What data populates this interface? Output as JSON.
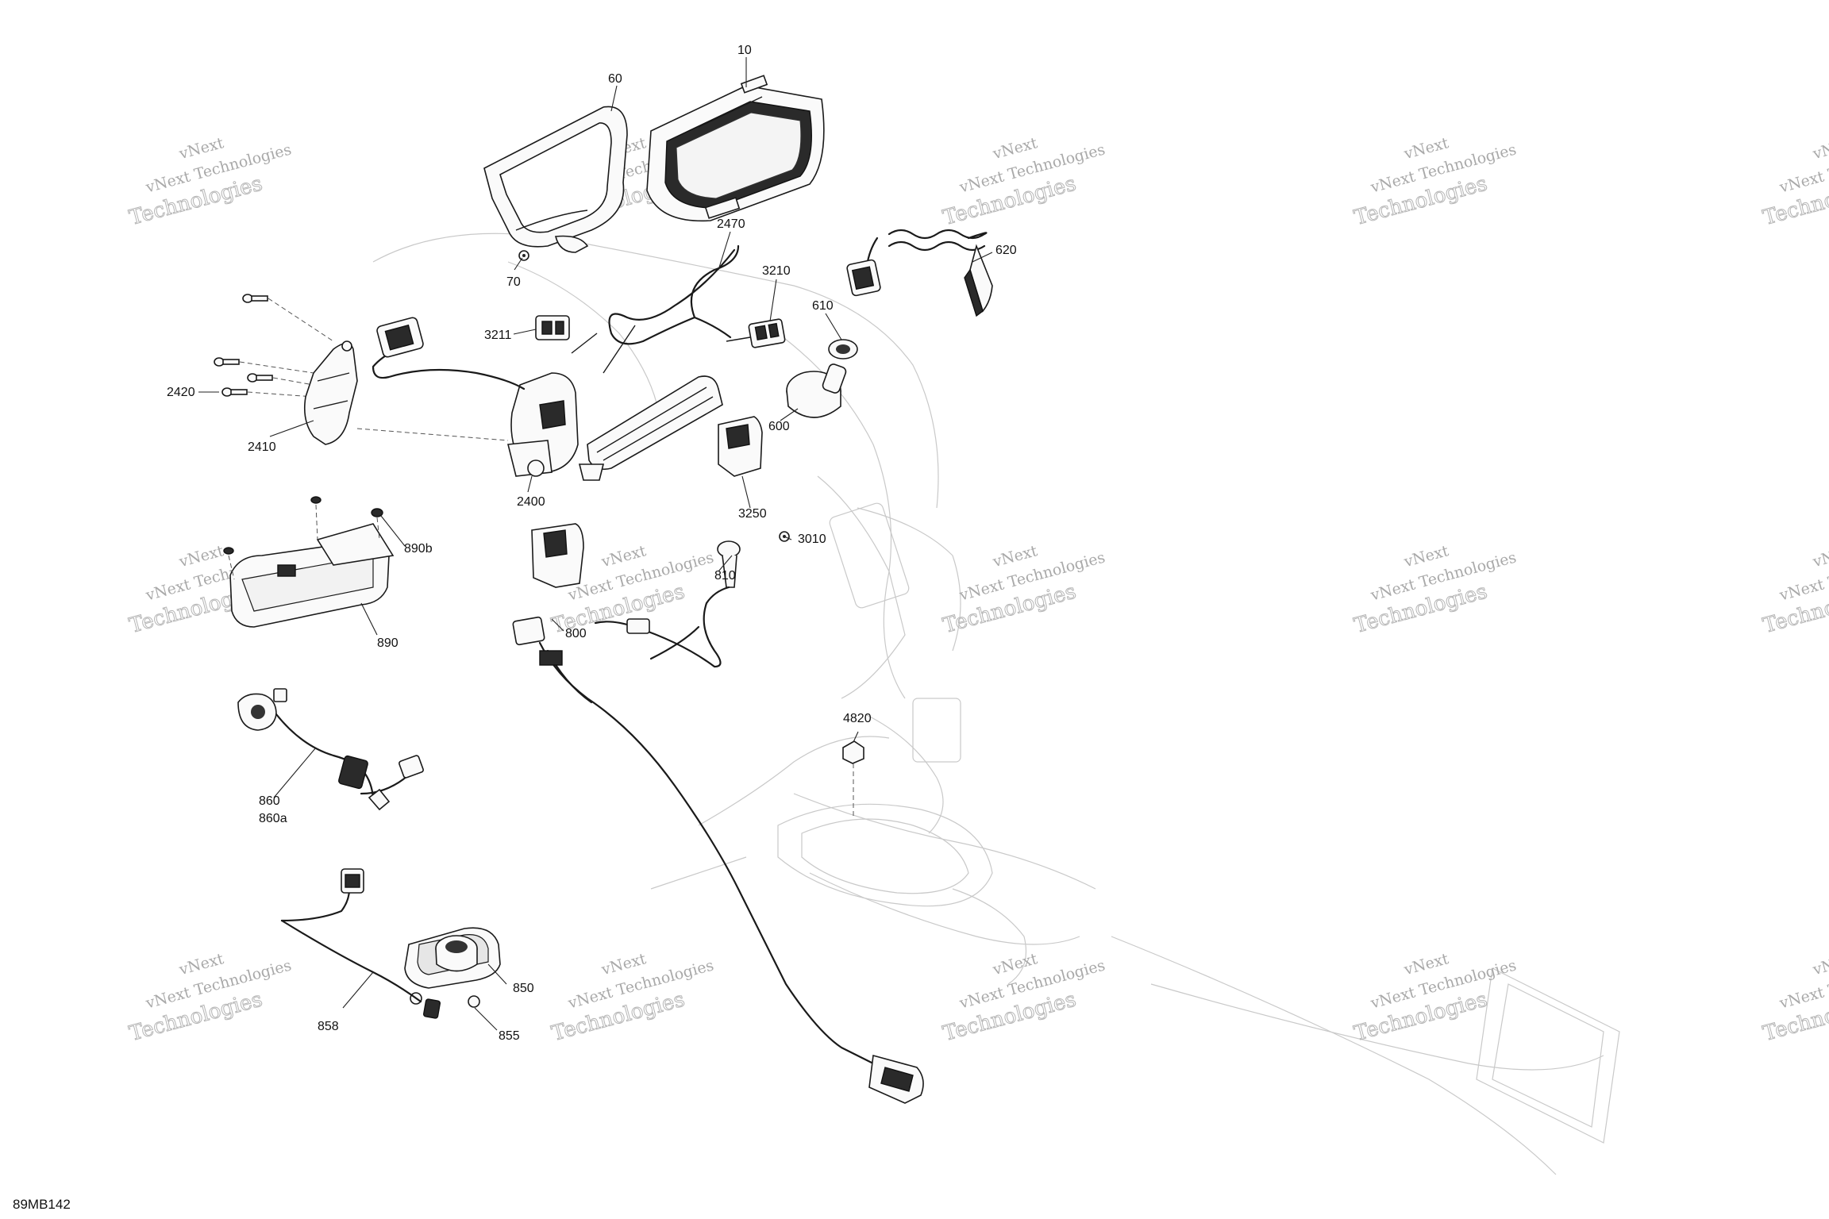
{
  "diagram_reference": "89MB142",
  "watermark": {
    "company_line": "vNext Technologies",
    "tech_line": "Technologies",
    "arc_text": "vNext"
  },
  "callouts": {
    "c10": "10",
    "c60": "60",
    "c70": "70",
    "c2470": "2470",
    "c3210": "3210",
    "c3211": "3211",
    "c620": "620",
    "c610": "610",
    "c600": "600",
    "c2420": "2420",
    "c2410": "2410",
    "c2400": "2400",
    "c3250": "3250",
    "c3010": "3010",
    "c890b": "890b",
    "c890": "890",
    "c810": "810",
    "c800": "800",
    "c4820": "4820",
    "c860": "860",
    "c860a": "860a",
    "c850": "850",
    "c858": "858",
    "c855": "855"
  }
}
